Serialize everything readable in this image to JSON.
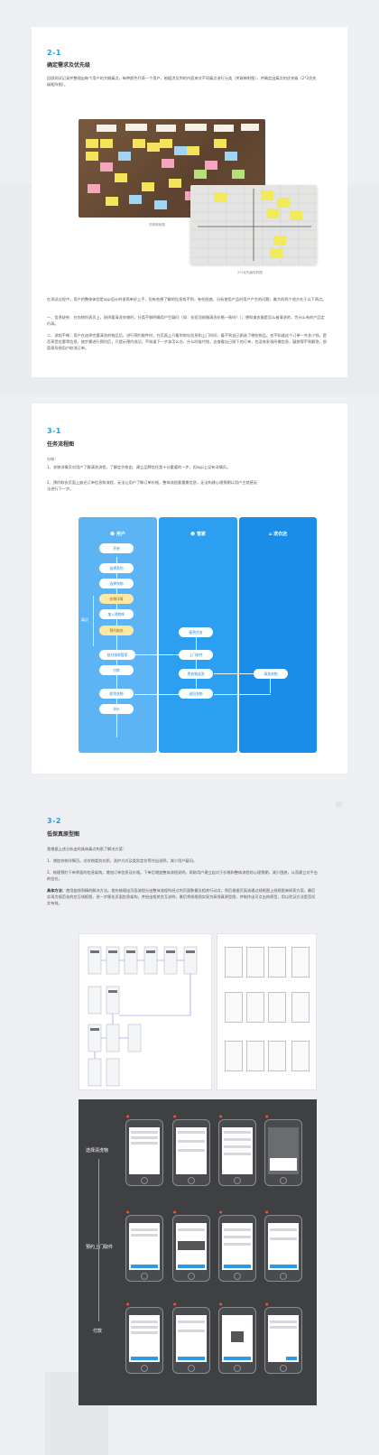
{
  "section_2_1": {
    "number": "2-1",
    "title": "确定需求及优先级",
    "intro": "回顾测试记录并整理出每个用户的大概痛点，每种颜色代表一个用户，根据涉及到的内容来对不同痛点进行分类（关联映射图），并确定出痛点的优先级（2*2优先级矩阵图）。",
    "caption_affinity": "关联映射图",
    "caption_matrix": "2*2优先级矩阵图",
    "body_1": "在测试过程中，用户的整体体验是app设计的很简单好上手，但有些想了解的信息找不到，有些困惑。分析使用产品时用户产生的问题，最大的两个地方在于以下两点。",
    "body_2": "一、信息缺失：在衣物列表页上，选择要清洗衣物时，分类不够明确用户生疑问（如：长短羽绒服清洗价格一致吗？）；想知道衣服是怎么被清洗的，为什么有的产品定价高。",
    "body_3": "二、流程不畅：用户在选择完要清洗的物品后，进行预约取件时，在页面上只看到地址信息和上门时间，看不到自己刚选了哪些物品，也不知道这个订单一共多少钱，是否享受优惠等信息。按步骤进行预约后，只提示预约成功，不知道下一步该怎么办，什么时候付钱，去查看自己刚下的订单，也没有发现所需信息，疑惑得不到解答，很容易导致用户取消订单。"
  },
  "section_3_1": {
    "number": "3-1",
    "title": "任务流程图",
    "analysis_label": "分析：",
    "analysis_1": "1、衣物详情页对用户了解清洗流程，了解定价依由、建立品牌信任是十分重要的一步，但app上没有详情页。",
    "analysis_2": "2、预约取衣页面上缺乏订单信息和流程，无法让用户了解订单价格，整体流程客量需信息，无法构建心理预期以用户主就感无法进行下一步。",
    "col_user": "用户",
    "col_steward": "管家",
    "col_laundry": "洗衣店",
    "pain_label": "痛点",
    "nodes_user": [
      "开始",
      "选择类别",
      "选择衣物",
      "衣物详情",
      "加入购物车",
      "预约取衣",
      "核对接收管家",
      "付款",
      "收到衣物",
      "评价"
    ],
    "nodes_steward": [
      "接到任务",
      "上门取件",
      "将衣物送洗",
      "送回衣物"
    ],
    "nodes_laundry": [
      "清洗衣物"
    ]
  },
  "section_3_2": {
    "number": "3-2",
    "title": "低保真原型图",
    "lead": "我根据上述分析出的具体痛点构思了解决方案：",
    "point_1": "1、增加衣物详情页。对衣物类别对质，洗护方式及类别定价等作出说明，减少用户疑问。",
    "point_2": "2、梳理预约下单界面的信息架构，增加订单信息及价格。下单后增加整体流程说明，帮助用户建立起对于价格和整体流程的心理预期，减少困惑，从而建立对平台的信任。",
    "method_label": "具体方法：",
    "method_text": "使用曲线到精的解决方法。首先梳理出页面流程分出整体流程所经过的页面数量及相关行动点，然后根据页面流通过线框图上线框图来探索方案，最后实现为规范化的交互线框图，进一步细化页面信息架构，并给出相关交互说明，最后将线框图实现为高保真原型图，并制作出可点击的原型，用以验证方法是否切实有效。",
    "row_1": "选择清洗物",
    "row_2": "预约上门取件",
    "row_3": "付款"
  }
}
